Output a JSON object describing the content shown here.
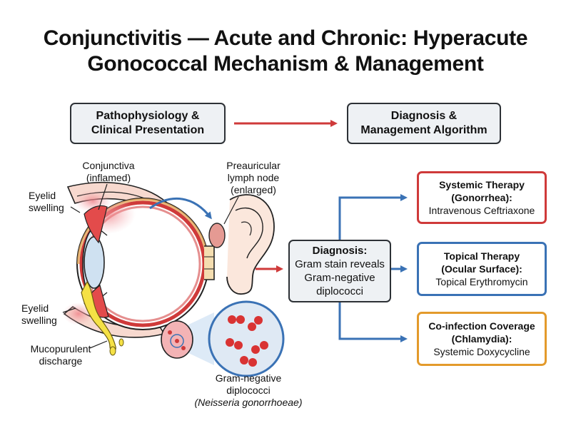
{
  "title": {
    "line1": "Conjunctivitis — Acute and Chronic: Hyperacute",
    "line2": "Gonococcal Mechanism & Management"
  },
  "headers": {
    "left": {
      "line1": "Pathophysiology &",
      "line2": "Clinical Presentation"
    },
    "right": {
      "line1": "Diagnosis &",
      "line2": "Management Algorithm"
    }
  },
  "anatomy_labels": {
    "conjunctiva": {
      "line1": "Conjunctiva",
      "line2": "(inflamed)"
    },
    "lymph_node": {
      "line1": "Preauricular",
      "line2": "lymph node",
      "line3": "(enlarged)"
    },
    "eyelid_upper": {
      "line1": "Eyelid",
      "line2": "swelling"
    },
    "eyelid_lower": {
      "line1": "Eyelid",
      "line2": "swelling"
    },
    "discharge": {
      "line1": "Mucopurulent",
      "line2": "discharge"
    },
    "diplococci": {
      "line1": "Gram-negative",
      "line2": "diplococci",
      "line3": "(Neisseria gonorrhoeae)"
    }
  },
  "diagnosis": {
    "heading": "Diagnosis:",
    "line1": "Gram stain reveals",
    "line2": "Gram-negative",
    "line3": "diplococci"
  },
  "therapies": [
    {
      "heading1": "Systemic Therapy",
      "heading2": "(Gonorrhea):",
      "drug": "Intravenous Ceftriaxone",
      "color": "#cf3a3a"
    },
    {
      "heading1": "Topical Therapy",
      "heading2": "(Ocular Surface):",
      "drug": "Topical Erythromycin",
      "color": "#3a72b5"
    },
    {
      "heading1": "Co-infection Coverage",
      "heading2": "(Chlamydia):",
      "drug": "Systemic Doxycycline",
      "color": "#e39a2b"
    }
  ],
  "colors": {
    "red_arrow": "#cf3a3a",
    "blue_arrow": "#3a72b5",
    "box_fill": "#eef1f4"
  }
}
